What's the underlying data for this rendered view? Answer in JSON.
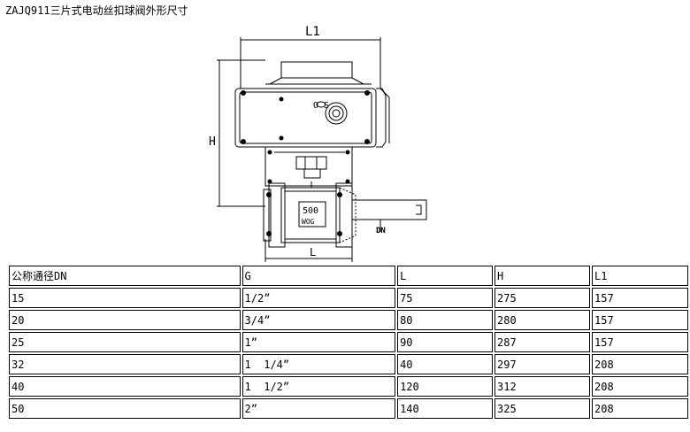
{
  "title": "ZAJQ911三片式电动丝扣球阀外形尺寸",
  "drawing": {
    "dim_l1": "L1",
    "dim_h": "H",
    "dim_l": "L",
    "dim_dn": "DN",
    "plate_text": "500",
    "plate_sub": "WOG",
    "indicator_text": "O S"
  },
  "table": {
    "headers": [
      "公称通径DN",
      "G",
      "L",
      "H",
      "L1"
    ],
    "rows": [
      [
        "15",
        "1/2”",
        "75",
        "275",
        "157"
      ],
      [
        "20",
        "3/4”",
        "80",
        "280",
        "157"
      ],
      [
        "25",
        "1”",
        "90",
        "287",
        "157"
      ],
      [
        "32",
        "1  1/4”",
        "40",
        "297",
        "208"
      ],
      [
        "40",
        "1  1/2”",
        "120",
        "312",
        "208"
      ],
      [
        "50",
        "2”",
        "140",
        "325",
        "208"
      ]
    ]
  }
}
